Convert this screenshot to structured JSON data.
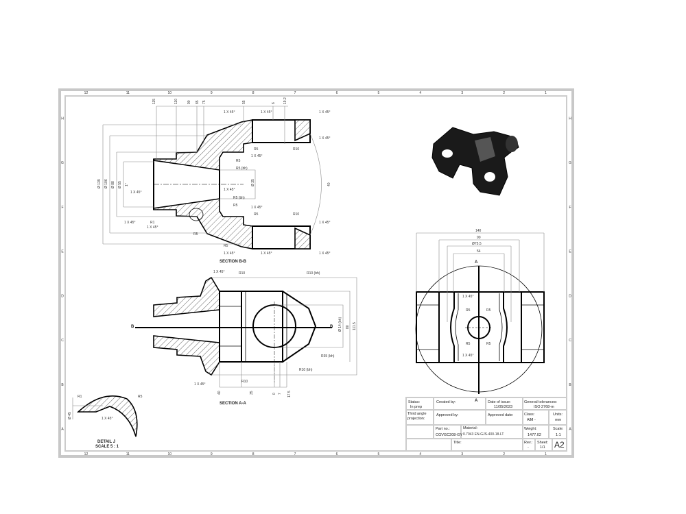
{
  "zones": {
    "columns": [
      "12",
      "11",
      "10",
      "9",
      "8",
      "7",
      "6",
      "5",
      "4",
      "3",
      "2",
      "1"
    ],
    "rows": [
      "H",
      "G",
      "F",
      "E",
      "D",
      "C",
      "B",
      "A"
    ]
  },
  "section_bb": {
    "title": "SECTION B-B",
    "top_dims": [
      "115",
      "110",
      "90",
      "85",
      "75",
      "55",
      "6",
      "19.2"
    ],
    "left_dims": [
      "Ø 139",
      "Ø 106",
      "Ø 88",
      "Ø 55",
      "1°"
    ],
    "bore_dim": "Ø 35",
    "arc_dim": "40",
    "chamfer": "1 X 45°",
    "r5": "R5",
    "r5bh": "R5 (bh)",
    "r10": "R10",
    "r1": "R1"
  },
  "section_aa": {
    "title": "SECTION A-A",
    "chamfer": "1 X 45°",
    "r10": "R10",
    "r10bh": "R10 (bh)",
    "r35bh": "R35 (bh)",
    "d14": "Ø 14 (bh)",
    "h80": "80",
    "h111": "111.5",
    "bottom_dims": [
      "40",
      "35",
      "0",
      "7",
      "17.5"
    ],
    "cut_label": "B"
  },
  "side_view": {
    "dims": [
      "140",
      "90",
      "Ø75.5",
      "54"
    ],
    "cut_label": "A",
    "chamfer": "1 X 45°",
    "r5": "R5"
  },
  "detail": {
    "r1": "R1",
    "r5": "R5",
    "d45": "Ø 45",
    "chamfer": "1 X 45°",
    "title": "DETAIL J",
    "scale": "SCALE 5 : 1"
  },
  "title_block": {
    "status_label": "Status:",
    "status_value": "In prep",
    "created_label": "Created by:",
    "date_label": "Date of issue:",
    "date_value": "11/05/2023",
    "tol_label": "General tolerances:",
    "tol_value": "ISO 2768-m",
    "projection": "Third angle projection:",
    "approved_label": "Approved by:",
    "approved_date_label": "Approved date:",
    "class_label": "Class:",
    "class_value": "AlM -",
    "units_label": "Units:",
    "units_value": "mm",
    "part_label": "Part no.:",
    "part_value": "CGVGC208-GY",
    "material_label": "Material:",
    "material_value": "0.7043 EN-GJS-400-18-LT",
    "weight_label": "Weight:",
    "weight_value": "1477.02",
    "scale_label": "Scale:",
    "scale_value": "1:1",
    "title_label": "Title:",
    "rev_label": "Rev.:",
    "rev_value": "-",
    "sheet_label": "Sheet:",
    "sheet_value": "1/1",
    "size": "A2"
  }
}
